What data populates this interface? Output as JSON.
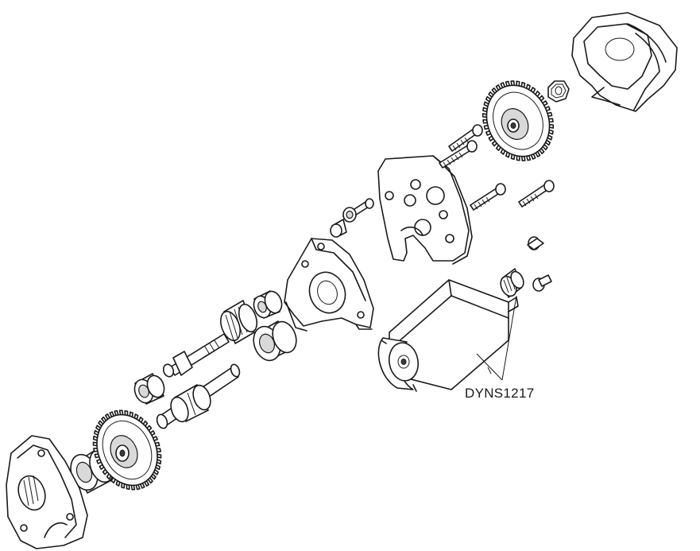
{
  "callout": {
    "part_number": "DYNS1217"
  },
  "parts": [
    {
      "id": "gearbox-cover-rear",
      "icon": "housing-icon"
    },
    {
      "id": "nut",
      "icon": "hex-nut-icon"
    },
    {
      "id": "spur-gear-top",
      "icon": "gear-icon"
    },
    {
      "id": "motor-plate",
      "icon": "plate-icon"
    },
    {
      "id": "screws",
      "icon": "screw-icon"
    },
    {
      "id": "pinion",
      "icon": "pinion-icon"
    },
    {
      "id": "motor",
      "icon": "motor-icon"
    },
    {
      "id": "gearbox-housing-mid",
      "icon": "housing-icon"
    },
    {
      "id": "bearings",
      "icon": "bearing-icon"
    },
    {
      "id": "idler-gear",
      "icon": "gear-icon"
    },
    {
      "id": "shafts",
      "icon": "shaft-icon"
    },
    {
      "id": "spur-gear-bottom",
      "icon": "gear-icon"
    },
    {
      "id": "gearbox-cover-front",
      "icon": "housing-icon"
    }
  ]
}
